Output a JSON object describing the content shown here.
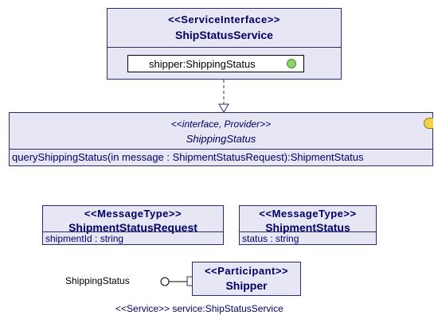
{
  "service_interface": {
    "stereotype": "<<ServiceInterface>>",
    "name": "ShipStatusService",
    "part_label": "shipper:ShippingStatus"
  },
  "interface_box": {
    "stereotype": "<<interface, Provider>>",
    "name": "ShippingStatus",
    "operation": "queryShippingStatus(in message : ShipmentStatusRequest):ShipmentStatus"
  },
  "message_request": {
    "stereotype": "<<MessageType>>",
    "name": "ShipmentStatusRequest",
    "attribute": "shipmentId : string"
  },
  "message_status": {
    "stereotype": "<<MessageType>>",
    "name": "ShipmentStatus",
    "attribute": "status : string"
  },
  "participant": {
    "stereotype": "<<Participant>>",
    "name": "Shipper",
    "port_label": "ShippingStatus",
    "service_label": "<<Service>> service:ShipStatusService"
  },
  "colors": {
    "class_fill": "#e6e6f5",
    "border": "#2b2b6e",
    "text": "#000066",
    "lollipop": "#8bd36b"
  }
}
